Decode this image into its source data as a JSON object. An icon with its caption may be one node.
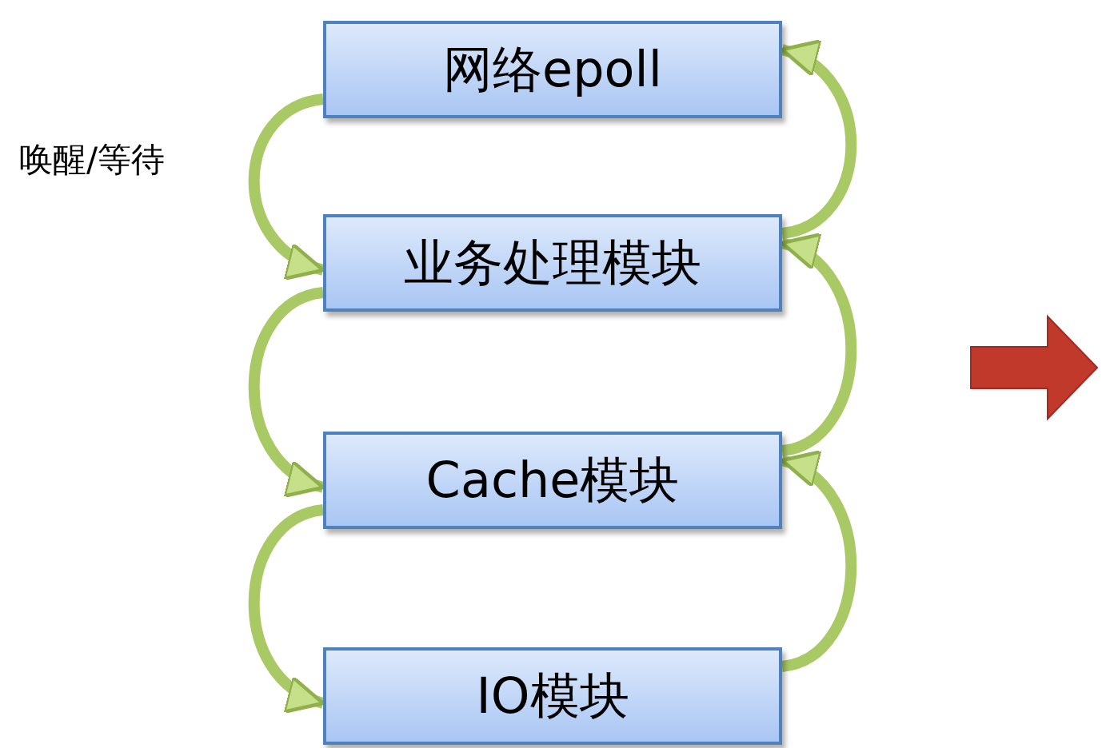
{
  "diagram": {
    "nodes": [
      {
        "text": [
          "网络epoll"
        ]
      },
      {
        "text": [
          "业务处理模块"
        ]
      },
      {
        "text": [
          "Cache模块"
        ]
      },
      {
        "text": [
          "IO模块"
        ]
      }
    ],
    "edges": [
      {
        "from": 0,
        "to": 1,
        "arrow": "to",
        "label": "唤醒/等待"
      },
      {
        "from": 1,
        "to": 0,
        "arrow": "to"
      },
      {
        "from": 1,
        "to": 2,
        "arrow": "to"
      },
      {
        "from": 2,
        "to": 1,
        "arrow": "to"
      },
      {
        "from": 2,
        "to": 3,
        "arrow": "to"
      },
      {
        "from": 3,
        "to": 2,
        "arrow": "to"
      }
    ]
  }
}
